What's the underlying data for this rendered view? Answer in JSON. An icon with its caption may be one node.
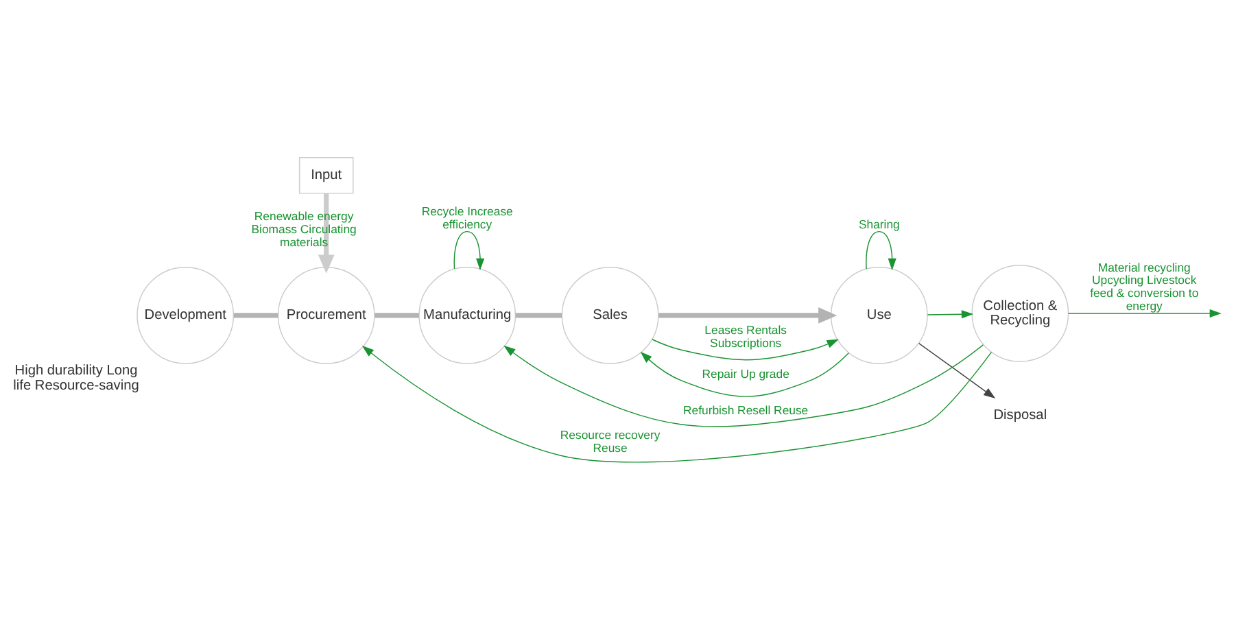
{
  "diagram": {
    "nodes": [
      {
        "text": [
          "Input"
        ]
      },
      {
        "text": [
          "Development"
        ],
        "beside": [
          "High durability Long life Resource-saving"
        ]
      },
      {
        "text": [
          "Procurement"
        ]
      },
      {
        "text": [
          "Manufacturing"
        ]
      },
      {
        "text": [
          "Sales"
        ]
      },
      {
        "text": [
          "Use"
        ]
      },
      {
        "text": [
          "Collection & Recycling"
        ]
      },
      {
        "text": [
          "Disposal"
        ]
      }
    ],
    "edges": [
      {
        "from": 0,
        "to": 2,
        "arrow": "to",
        "label": "Renewable energy Biomass Circulating materials",
        "style": "thick",
        "color": "#cccccc"
      },
      {
        "from": 1,
        "to": 2,
        "arrow": "none",
        "style": "thick",
        "color": "#b3b3b3"
      },
      {
        "from": 2,
        "to": 3,
        "arrow": "none",
        "style": "thick",
        "color": "#b3b3b3"
      },
      {
        "from": 3,
        "to": 4,
        "arrow": "none",
        "style": "thick",
        "color": "#b3b3b3"
      },
      {
        "from": 4,
        "to": 5,
        "arrow": "to",
        "style": "thick",
        "color": "#b3b3b3"
      },
      {
        "from": 3,
        "to": 3,
        "arrow": "to",
        "label": "Recycle Increase efficiency"
      },
      {
        "from": 4,
        "to": 5,
        "arrow": "to",
        "label": "Leases Rentals Subscriptions"
      },
      {
        "from": 5,
        "to": 5,
        "arrow": "to",
        "label": "Sharing"
      },
      {
        "from": 5,
        "to": 4,
        "arrow": "to",
        "label": "Repair Up grade"
      },
      {
        "from": 5,
        "to": 6,
        "arrow": "to"
      },
      {
        "from": 5,
        "to": 7,
        "arrow": "to",
        "color": "#444444"
      },
      {
        "from": 6,
        "to": 2,
        "arrow": "to",
        "label": "Resource recovery Reuse"
      },
      {
        "from": 6,
        "to": 3,
        "arrow": "to",
        "label": "Refurbish Resell Reuse"
      },
      {
        "from": 6,
        "to": null,
        "arrow": "to",
        "label": "Material recycling Upcycling Livestock feed & conversion to energy"
      }
    ]
  }
}
